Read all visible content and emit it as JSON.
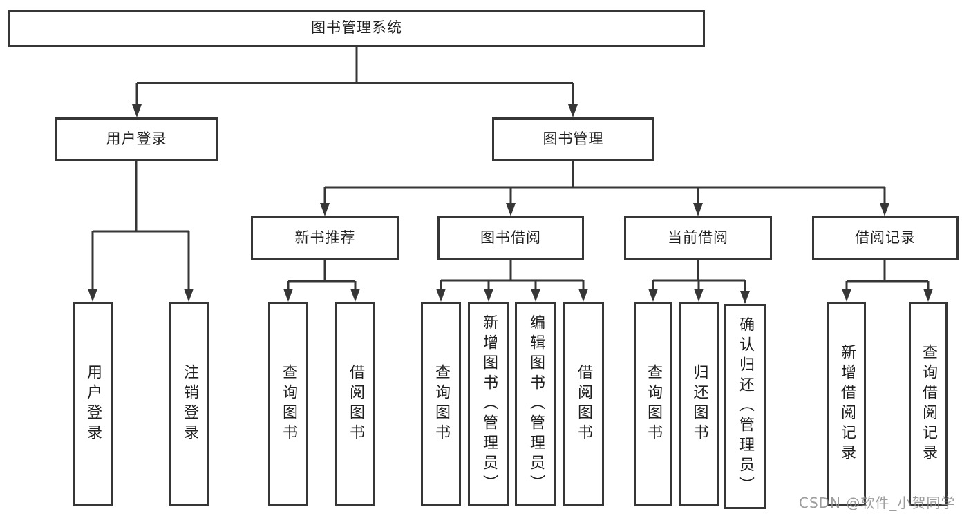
{
  "tree": {
    "root": "图书管理系统",
    "branches": [
      {
        "label": "用户登录",
        "children": [
          "用户登录",
          "注销登录"
        ]
      },
      {
        "label": "图书管理",
        "groups": [
          {
            "label": "新书推荐",
            "children": [
              "查询图书",
              "借阅图书"
            ]
          },
          {
            "label": "图书借阅",
            "children": [
              "查询图书",
              "新增图书（管理员）",
              "编辑图书（管理员）",
              "借阅图书"
            ]
          },
          {
            "label": "当前借阅",
            "children": [
              "查询图书",
              "归还图书",
              "确认归还（管理员）"
            ]
          },
          {
            "label": "借阅记录",
            "children": [
              "新增借阅记录",
              "查询借阅记录"
            ]
          }
        ]
      }
    ]
  },
  "watermark": "CSDN @软件_小贺同学",
  "colors": {
    "line": "#363636",
    "box_border": "#363636",
    "box_fill": "#ffffff",
    "text": "#1f1f1f",
    "watermark": "#8c8c8c",
    "background": "#ffffff"
  }
}
